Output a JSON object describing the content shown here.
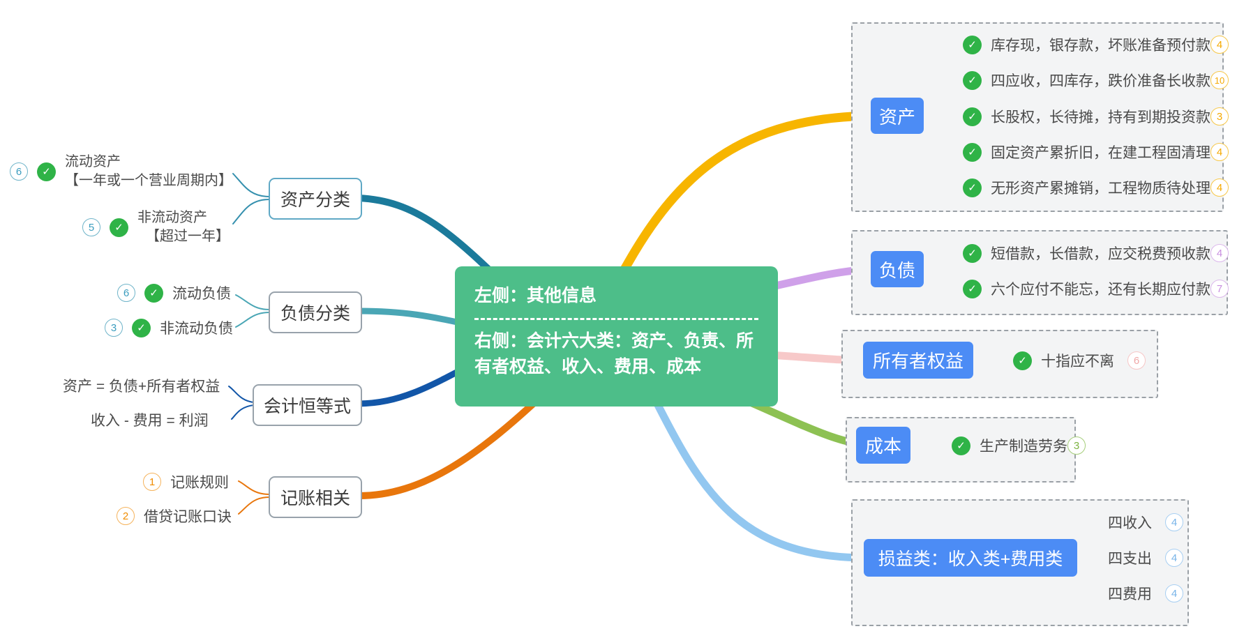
{
  "center": {
    "top_text": "左侧：其他信息",
    "bottom_text": "右侧：会计六大类：资产、负责、所有者权益、收入、费用、成本"
  },
  "right": {
    "asset": {
      "label": "资产",
      "children": [
        {
          "text": "库存现，银存款，坏账准备预付款",
          "badge": "4"
        },
        {
          "text": "四应收，四库存，跌价准备长收款",
          "badge": "10"
        },
        {
          "text": "长股权，长待摊，持有到期投资款",
          "badge": "3"
        },
        {
          "text": "固定资产累折旧，在建工程固清理",
          "badge": "4"
        },
        {
          "text": "无形资产累摊销，工程物质待处理",
          "badge": "4"
        }
      ]
    },
    "liability": {
      "label": "负债",
      "children": [
        {
          "text": "短借款，长借款，应交税费预收款",
          "badge": "4"
        },
        {
          "text": "六个应付不能忘，还有长期应付款",
          "badge": "7"
        }
      ]
    },
    "equity": {
      "label": "所有者权益",
      "children": [
        {
          "text": "十指应不离",
          "badge": "6"
        }
      ]
    },
    "cost": {
      "label": "成本",
      "children": [
        {
          "text": "生产制造劳务",
          "badge": "3"
        }
      ]
    },
    "pnl": {
      "label": "损益类：收入类+费用类",
      "children": [
        {
          "text": "四收入",
          "badge": "4"
        },
        {
          "text": "四支出",
          "badge": "4"
        },
        {
          "text": "四费用",
          "badge": "4"
        }
      ]
    }
  },
  "left": {
    "asset_class": {
      "label": "资产分类",
      "children": [
        {
          "badge": "6",
          "line1": "流动资产",
          "line2": "【一年或一个营业周期内】"
        },
        {
          "badge": "5",
          "line1": "非流动资产",
          "line2": "【超过一年】"
        }
      ]
    },
    "liability_class": {
      "label": "负债分类",
      "children": [
        {
          "badge": "6",
          "text": "流动负债"
        },
        {
          "badge": "3",
          "text": "非流动负债"
        }
      ]
    },
    "equation": {
      "label": "会计恒等式",
      "children": [
        {
          "text": "资产 = 负债+所有者权益"
        },
        {
          "text": "收入 - 费用 = 利润"
        }
      ]
    },
    "bookkeeping": {
      "label": "记账相关",
      "children": [
        {
          "badge": "1",
          "text": "记账规则"
        },
        {
          "badge": "2",
          "text": "借贷记账口诀"
        }
      ]
    }
  },
  "icons": {
    "check": "✓"
  },
  "colors": {
    "center_bg": "#4DBE89",
    "node_blue": "#4C8CF5",
    "check_green": "#2FB347",
    "panel_border": "#9AA0A6",
    "branch_asset": "#F7B500",
    "branch_liability": "#CFA0E9",
    "branch_equity": "#F7C9C9",
    "branch_cost": "#8DC153",
    "branch_pnl": "#92C7F0",
    "branch_asset_class": "#1B7A9B",
    "thin_asset_class": "#3590AE",
    "branch_liability_class": "#4AA6B5",
    "branch_equation": "#1256A8",
    "branch_bookkeeping": "#E8760C"
  }
}
